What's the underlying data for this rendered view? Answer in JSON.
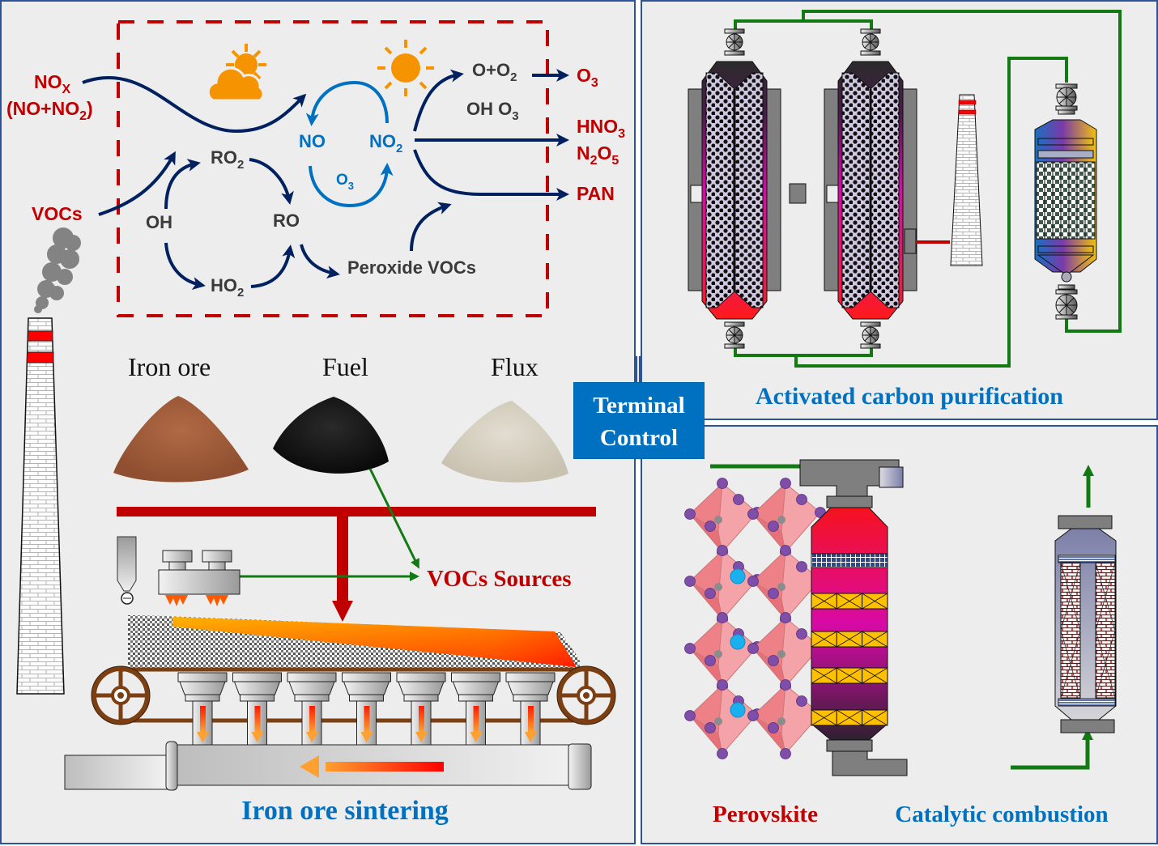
{
  "atmosphere": {
    "nox_label": "NO",
    "nox_sub": "X",
    "nox_components": [
      "(NO+NO",
      "2",
      ")"
    ],
    "vocs_label": "VOCs",
    "cycle_species": {
      "ro2": [
        "RO",
        "2"
      ],
      "ro": "RO",
      "oh": "OH",
      "ho2": [
        "HO",
        "2"
      ],
      "peroxide": "Peroxide VOCs"
    },
    "nox_cycle": {
      "no": "NO",
      "no2": [
        "NO",
        "2"
      ],
      "o3": [
        "O",
        "3"
      ]
    },
    "intermediates": {
      "o_o2": [
        "O+O",
        "2"
      ],
      "oh_o3": [
        "OH O",
        "3"
      ]
    },
    "products": {
      "o3": [
        "O",
        "3"
      ],
      "hno3": [
        "HNO",
        "3"
      ],
      "n2o5": [
        "N",
        "2",
        "O",
        "5"
      ],
      "pan": "PAN"
    },
    "icons": [
      "sun-behind-cloud-icon",
      "sun-icon",
      "smoke-icon"
    ]
  },
  "sintering": {
    "raw_materials": [
      "Iron ore",
      "Fuel",
      "Flux"
    ],
    "vocs_sources_label": "VOCs Sources",
    "title": "Iron ore sintering",
    "wind_box_count": 7
  },
  "terminal_control": {
    "line1": "Terminal",
    "line2": "Control"
  },
  "activated_carbon": {
    "title": "Activated carbon purification",
    "adsorber_count": 2
  },
  "catalytic": {
    "perovskite_label": "Perovskite",
    "title": "Catalytic combustion",
    "catalyst_layers": 4
  },
  "colors": {
    "panel_border": "#2f5496",
    "panel_bg": "#ededed",
    "navy_arrow": "#002060",
    "light_blue": "#0070c0",
    "dark_red": "#c00000",
    "green_pipe": "#137a13",
    "sun_orange": "#f59300",
    "text_gray": "#3a3a3a"
  }
}
